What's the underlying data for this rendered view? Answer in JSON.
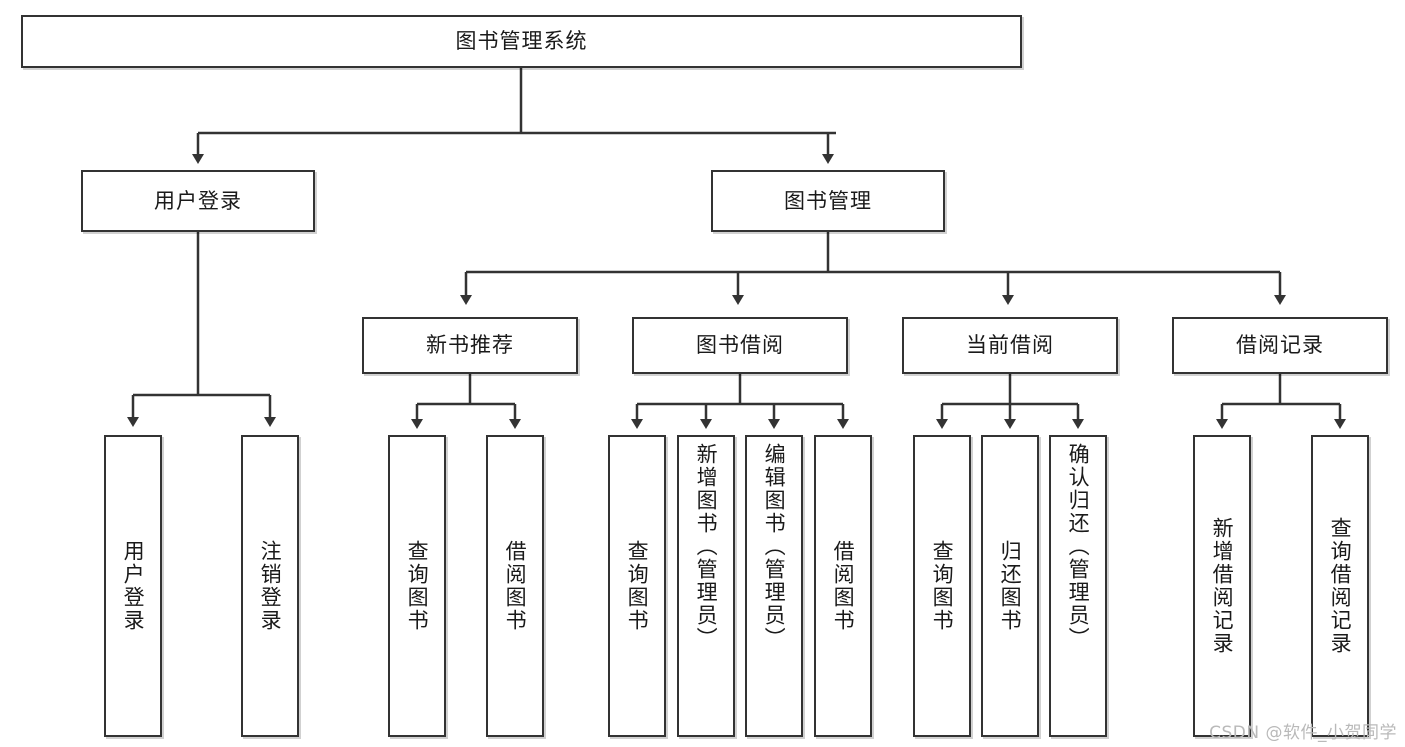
{
  "diagram": {
    "type": "hierarchy-tree",
    "root": {
      "id": "root",
      "label": "图书管理系统"
    },
    "level2": [
      {
        "id": "user-login",
        "label": "用户登录"
      },
      {
        "id": "book-management",
        "label": "图书管理"
      }
    ],
    "level3": [
      {
        "id": "new-book-recommend",
        "label": "新书推荐"
      },
      {
        "id": "book-borrow",
        "label": "图书借阅"
      },
      {
        "id": "current-borrow",
        "label": "当前借阅"
      },
      {
        "id": "borrow-record",
        "label": "借阅记录"
      }
    ],
    "leaves": [
      {
        "id": "leaf-user-login",
        "label": "用户登录",
        "parent": "user-login"
      },
      {
        "id": "leaf-logout-login",
        "label": "注销登录",
        "parent": "user-login"
      },
      {
        "id": "leaf-query-book-1",
        "label": "查询图书",
        "parent": "new-book-recommend"
      },
      {
        "id": "leaf-borrow-book-1",
        "label": "借阅图书",
        "parent": "new-book-recommend"
      },
      {
        "id": "leaf-query-book-2",
        "label": "查询图书",
        "parent": "book-borrow"
      },
      {
        "id": "leaf-add-book",
        "label": "新增图书（管理员）",
        "parent": "book-borrow"
      },
      {
        "id": "leaf-edit-book",
        "label": "编辑图书（管理员）",
        "parent": "book-borrow"
      },
      {
        "id": "leaf-borrow-book-2",
        "label": "借阅图书",
        "parent": "book-borrow"
      },
      {
        "id": "leaf-query-book-3",
        "label": "查询图书",
        "parent": "current-borrow"
      },
      {
        "id": "leaf-return-book",
        "label": "归还图书",
        "parent": "current-borrow"
      },
      {
        "id": "leaf-confirm-return",
        "label": "确认归还（管理员）",
        "parent": "current-borrow"
      },
      {
        "id": "leaf-add-borrow-record",
        "label": "新增借阅记录",
        "parent": "borrow-record"
      },
      {
        "id": "leaf-query-borrow-record",
        "label": "查询借阅记录",
        "parent": "borrow-record"
      }
    ],
    "colors": {
      "box_border": "#333333",
      "box_fill": "#ffffff",
      "connector": "#333333",
      "text": "#1a1a1a",
      "watermark": "#b9b9b9",
      "background": "#ffffff"
    }
  },
  "watermark": {
    "text": "CSDN @软件_小贺同学"
  }
}
